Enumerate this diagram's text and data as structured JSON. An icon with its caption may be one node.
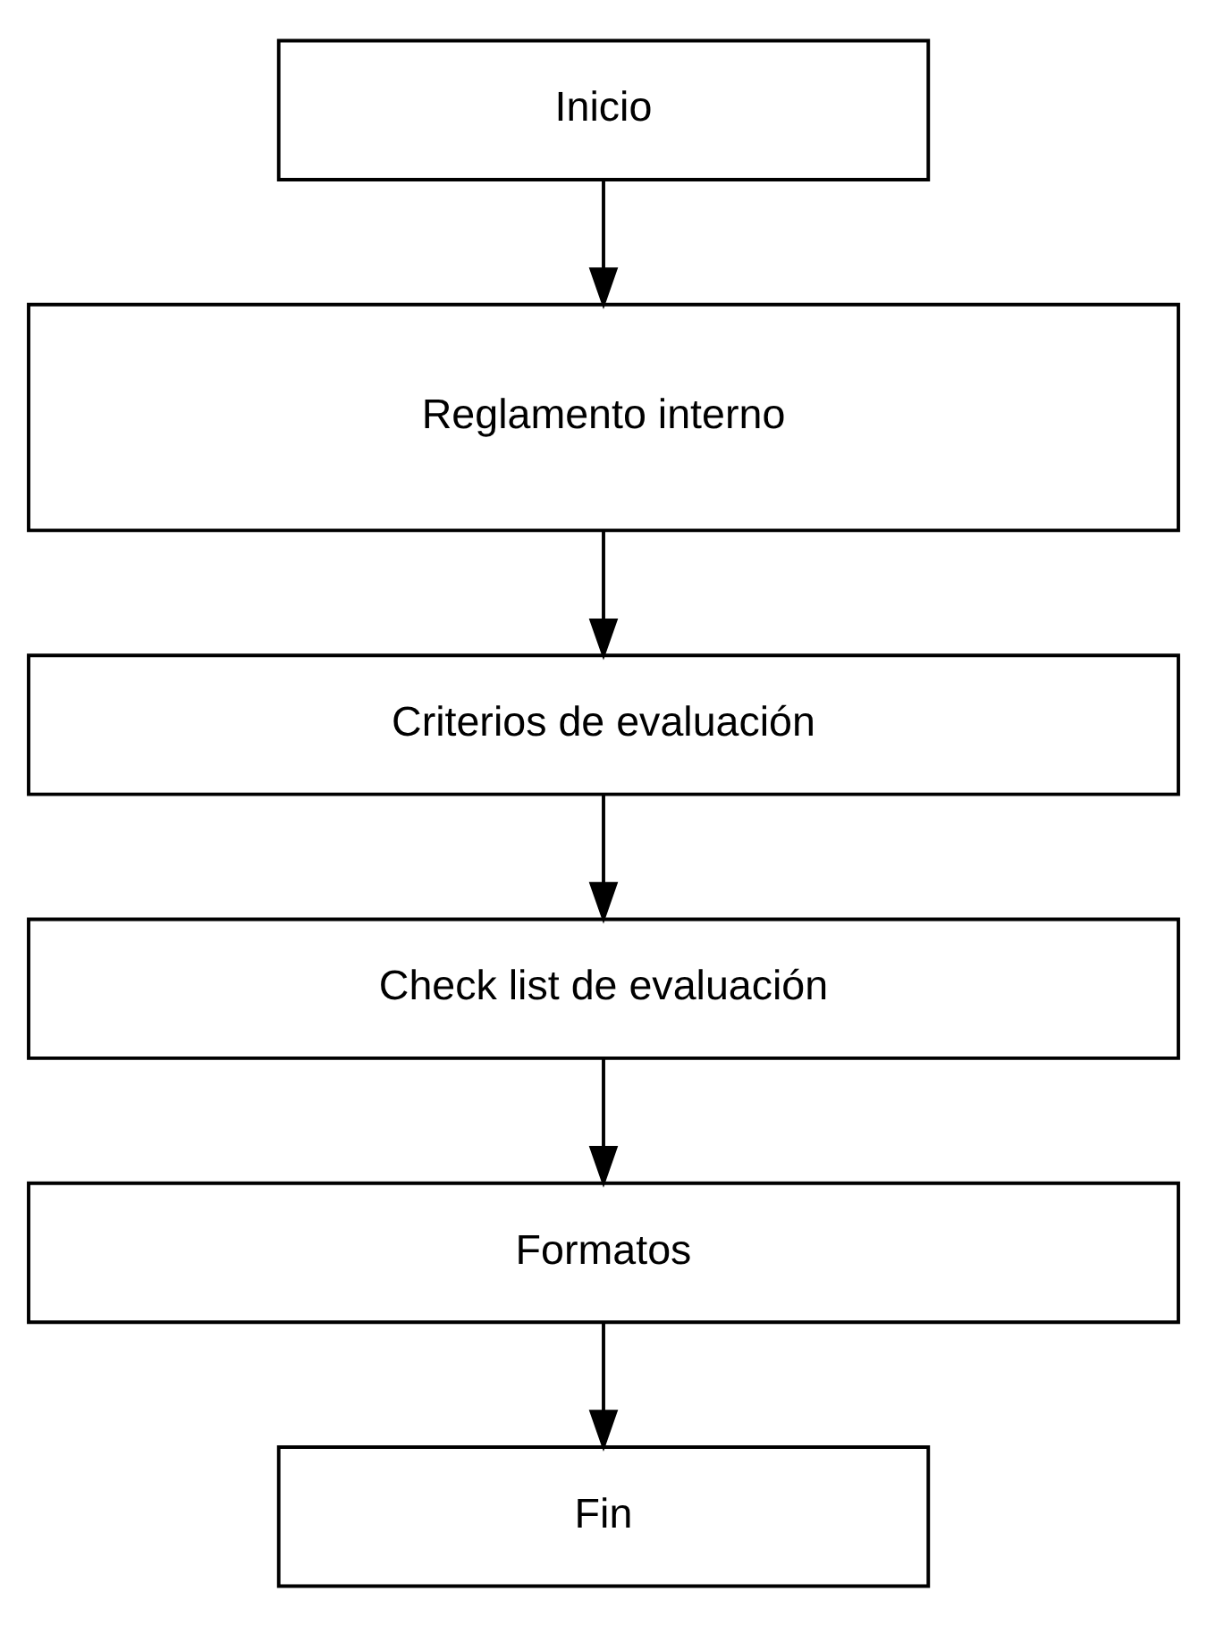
{
  "diagram": {
    "nodes": [
      {
        "text": [
          "Inicio"
        ]
      },
      {
        "text": [
          "Reglamento interno"
        ]
      },
      {
        "text": [
          "Criterios de evaluación"
        ]
      },
      {
        "text": [
          "Check list de evaluación"
        ]
      },
      {
        "text": [
          "Formatos"
        ]
      },
      {
        "text": [
          "Fin"
        ]
      }
    ],
    "edges": [
      {
        "from": 0,
        "to": 1,
        "arrow": "to"
      },
      {
        "from": 1,
        "to": 2,
        "arrow": "to"
      },
      {
        "from": 2,
        "to": 3,
        "arrow": "to"
      },
      {
        "from": 3,
        "to": 4,
        "arrow": "to"
      },
      {
        "from": 4,
        "to": 5,
        "arrow": "to"
      }
    ]
  }
}
